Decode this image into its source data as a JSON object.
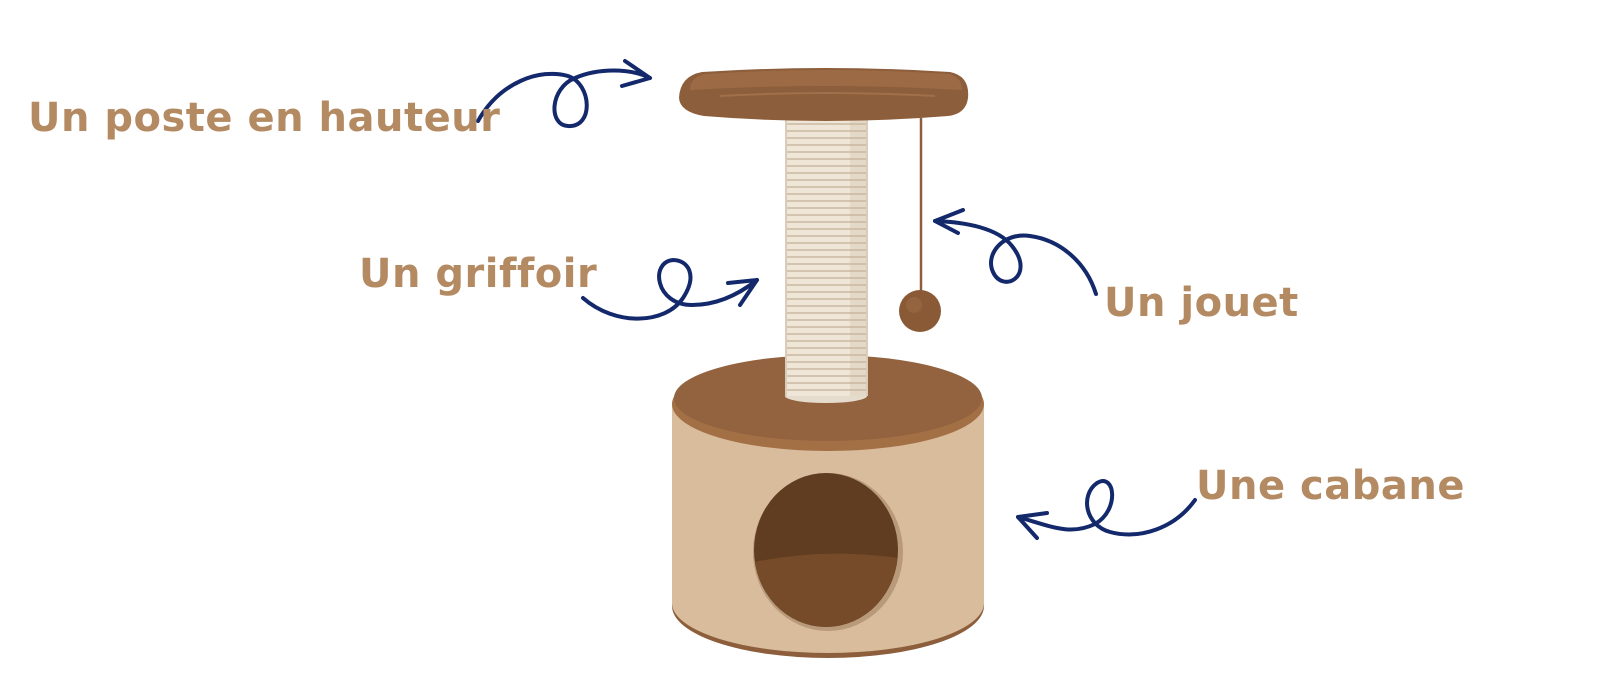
{
  "labels": {
    "perch": "Un poste en hauteur",
    "scratcher": "Un griffoir",
    "toy": "Un jouet",
    "hut": "Une cabane"
  },
  "colors": {
    "label_text": "#b38a62",
    "arrow": "#13296b",
    "wood_dark": "#8d5e3b",
    "wood_rim": "#a36f45",
    "hut_body": "#d8bc9c",
    "hole": "#603d20",
    "rope_light": "#efe6d8",
    "rope_line": "#c9b8a1"
  },
  "icons": [
    "arrow-perch-icon",
    "arrow-scratcher-icon",
    "arrow-toy-icon",
    "arrow-hut-icon"
  ]
}
